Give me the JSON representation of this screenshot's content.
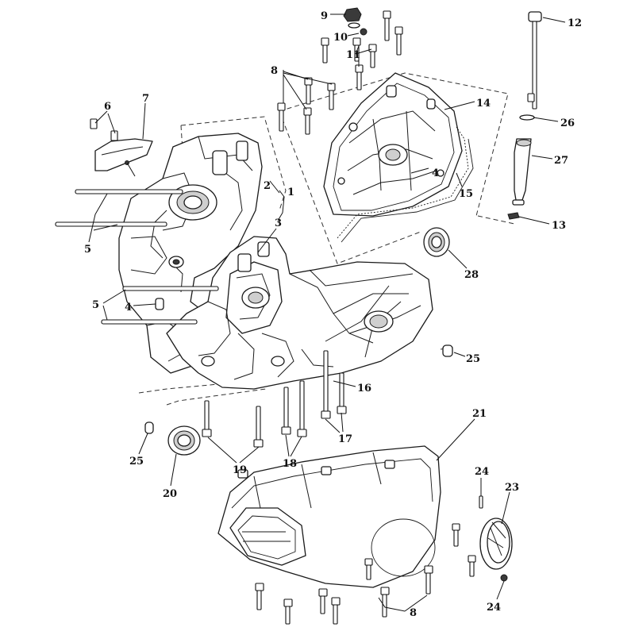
{
  "diagram": {
    "callouts": [
      {
        "id": "c1",
        "text": "1"
      },
      {
        "id": "c2",
        "text": "2"
      },
      {
        "id": "c3",
        "text": "3"
      },
      {
        "id": "c4a",
        "text": "4"
      },
      {
        "id": "c4b",
        "text": "4"
      },
      {
        "id": "c5a",
        "text": "5"
      },
      {
        "id": "c5b",
        "text": "5"
      },
      {
        "id": "c6",
        "text": "6"
      },
      {
        "id": "c7",
        "text": "7"
      },
      {
        "id": "c8a",
        "text": "8"
      },
      {
        "id": "c8b",
        "text": "8"
      },
      {
        "id": "c9",
        "text": "9"
      },
      {
        "id": "c10",
        "text": "10"
      },
      {
        "id": "c11",
        "text": "11"
      },
      {
        "id": "c12",
        "text": "12"
      },
      {
        "id": "c13",
        "text": "13"
      },
      {
        "id": "c14",
        "text": "14"
      },
      {
        "id": "c15",
        "text": "15"
      },
      {
        "id": "c16",
        "text": "16"
      },
      {
        "id": "c17",
        "text": "17"
      },
      {
        "id": "c18",
        "text": "18"
      },
      {
        "id": "c19",
        "text": "19"
      },
      {
        "id": "c20",
        "text": "20"
      },
      {
        "id": "c21",
        "text": "21"
      },
      {
        "id": "c23",
        "text": "23"
      },
      {
        "id": "c24a",
        "text": "24"
      },
      {
        "id": "c24b",
        "text": "24"
      },
      {
        "id": "c25a",
        "text": "25"
      },
      {
        "id": "c25b",
        "text": "25"
      },
      {
        "id": "c26",
        "text": "26"
      },
      {
        "id": "c27",
        "text": "27"
      },
      {
        "id": "c28",
        "text": "28"
      }
    ]
  }
}
